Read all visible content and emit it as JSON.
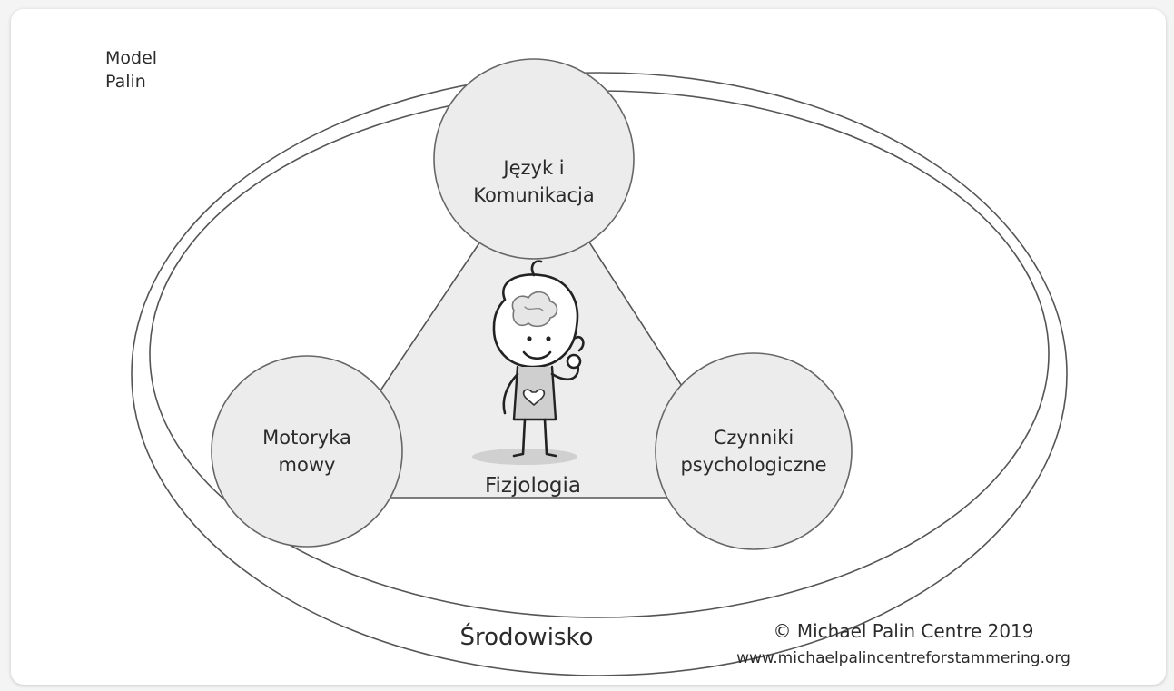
{
  "title_lines": [
    "Model",
    "Palin"
  ],
  "circles": {
    "top": [
      "Język i",
      "Komunikacja"
    ],
    "left": [
      "Motoryka",
      "mowy"
    ],
    "right": [
      "Czynniki",
      "psychologiczne"
    ]
  },
  "center_label": "Fizjologia",
  "environment_label": "Środowisko",
  "copyright": "© Michael Palin Centre 2019",
  "website": "www.michaelpalincentreforstammering.org",
  "colors": {
    "stroke": "#555555",
    "circle_fill": "#ececec",
    "triangle_fill": "#ededed",
    "text": "#2b2b2b"
  },
  "figure_icon": "thinking-child-with-brain-icon"
}
